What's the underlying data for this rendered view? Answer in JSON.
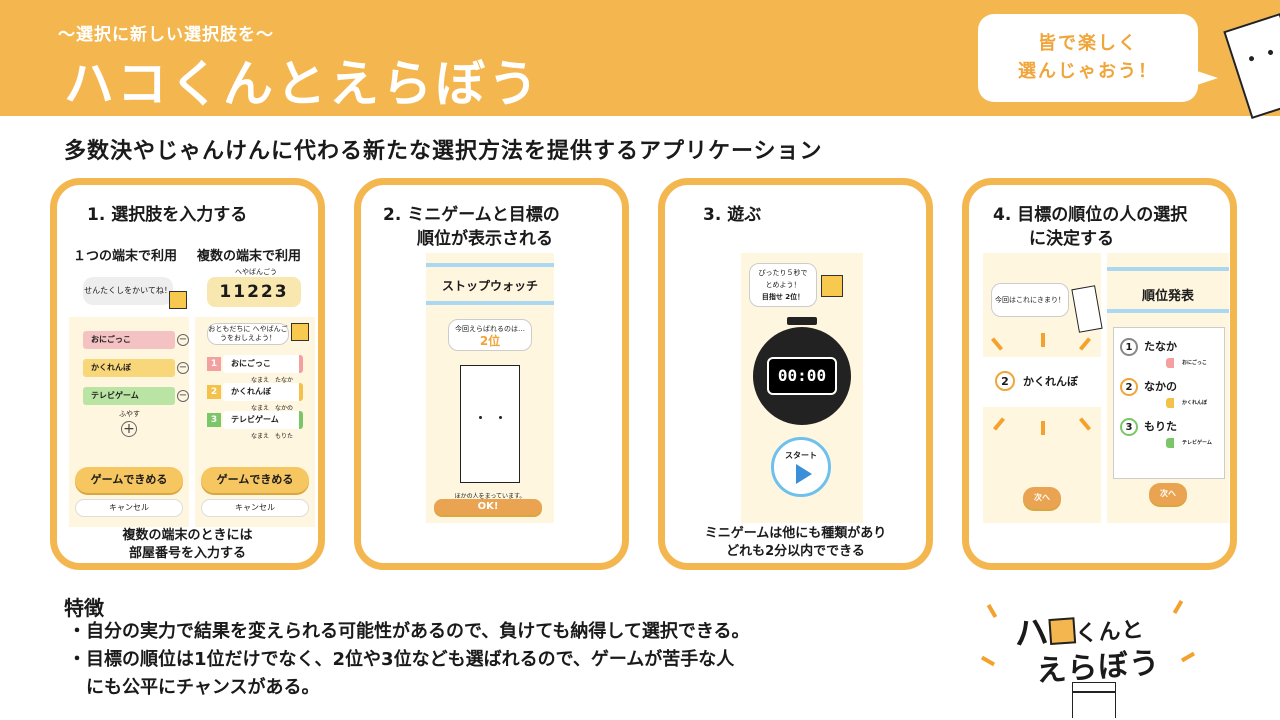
{
  "header": {
    "subtitle": "〜選択に新しい選択肢を〜",
    "title": "ハコくんとえらぼう",
    "bubble_line1": "皆で楽しく",
    "bubble_line2": "選んじゃおう！"
  },
  "lead": "多数決やじゃんけんに代わる新たな選択方法を提供するアプリケーション",
  "cards": [
    {
      "title": "1.  選択肢を入力する",
      "col1": "１つの端末で利用",
      "col2": "複数の端末で利用",
      "room_label": "へやばんごう",
      "room_number": "11223",
      "bubble_left": "せんたくしをかいてね！",
      "bubble_right": "おともだちに へやばんごうをおしえよう！",
      "options": [
        "おにごっこ",
        "かくれんぼ",
        "テレビゲーム"
      ],
      "add_label": "ふやす",
      "names": [
        "なまえ　たなか",
        "なまえ　なかの",
        "なまえ　もりた"
      ],
      "decide_btn": "ゲームできめる",
      "cancel_btn": "キャンセル",
      "caption_line1": "複数の端末のときには",
      "caption_line2": "部屋番号を入力する"
    },
    {
      "title_line1": "2.  ミニゲームと目標の",
      "title_line2": "順位が表示される",
      "game_name": "ストップウォッチ",
      "bubble_line1": "今回えらばれるのは…",
      "rank": "2位",
      "hint": "ほかの人をまっています。",
      "ok_btn": "OK!"
    },
    {
      "title": "3.  遊ぶ",
      "bubble_line1": "ぴったり５秒で",
      "bubble_line2": "とめよう！",
      "bubble_line3": "目指せ 2位！",
      "timer": "00:00",
      "start_btn": "スタート",
      "caption_line1": "ミニゲームは他にも種類があり",
      "caption_line2": "どれも2分以内でできる"
    },
    {
      "title_line1": "4.  目標の順位の人の選択",
      "title_line2": "に決定する",
      "bubble": "今回はこれにきまり！",
      "winner_rank": "2",
      "winner": "かくれんぼ",
      "next_btn": "次へ",
      "result_title": "順位発表",
      "results": [
        {
          "rank": "1",
          "name": "たなか",
          "pick": "おにごっこ"
        },
        {
          "rank": "2",
          "name": "なかの",
          "pick": "かくれんぼ"
        },
        {
          "rank": "3",
          "name": "もりた",
          "pick": "テレビゲーム"
        }
      ]
    }
  ],
  "features": {
    "title": "特徴",
    "items": [
      "・自分の実力で結果を変えられる可能性があるので、負けても納得して選択できる。",
      "・目標の順位は1位だけでなく、2位や3位なども選ばれるので、ゲームが苦手な人",
      "　にも公平にチャンスがある。"
    ]
  },
  "logo": {
    "line1a": "ハ",
    "line1b": "くんと",
    "line2": "えらぼう"
  },
  "colors": {
    "accent": "#f4b74f",
    "pink": "#f4c2c2",
    "yellow": "#f7d77a",
    "green": "#b9e4a3",
    "blue": "#3b8fd9"
  }
}
